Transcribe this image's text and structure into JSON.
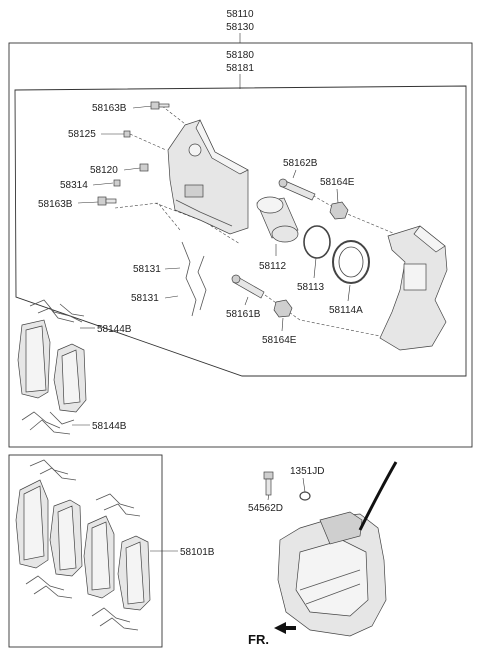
{
  "labels": {
    "top_1": "58110",
    "top_2": "58130",
    "assy_1": "58180",
    "assy_2": "58181",
    "bolt_upper": "58163B",
    "bleeder": "58125",
    "bleeder_cap": "58120",
    "plug": "58314",
    "bolt_lower": "58163B",
    "guide_pin_upper": "58162B",
    "boot_upper": "58164E",
    "piston": "58112",
    "seal": "58113",
    "piston_boot": "58114A",
    "spring_1": "58131",
    "spring_2": "58131",
    "guide_pin_lower": "58161B",
    "boot_lower": "58164E",
    "pad_kit_1": "58144B",
    "pad_kit_2": "58144B",
    "pad_set": "58101B",
    "washer": "1351JD",
    "bolt_hub": "54562D",
    "direction": "FR."
  }
}
